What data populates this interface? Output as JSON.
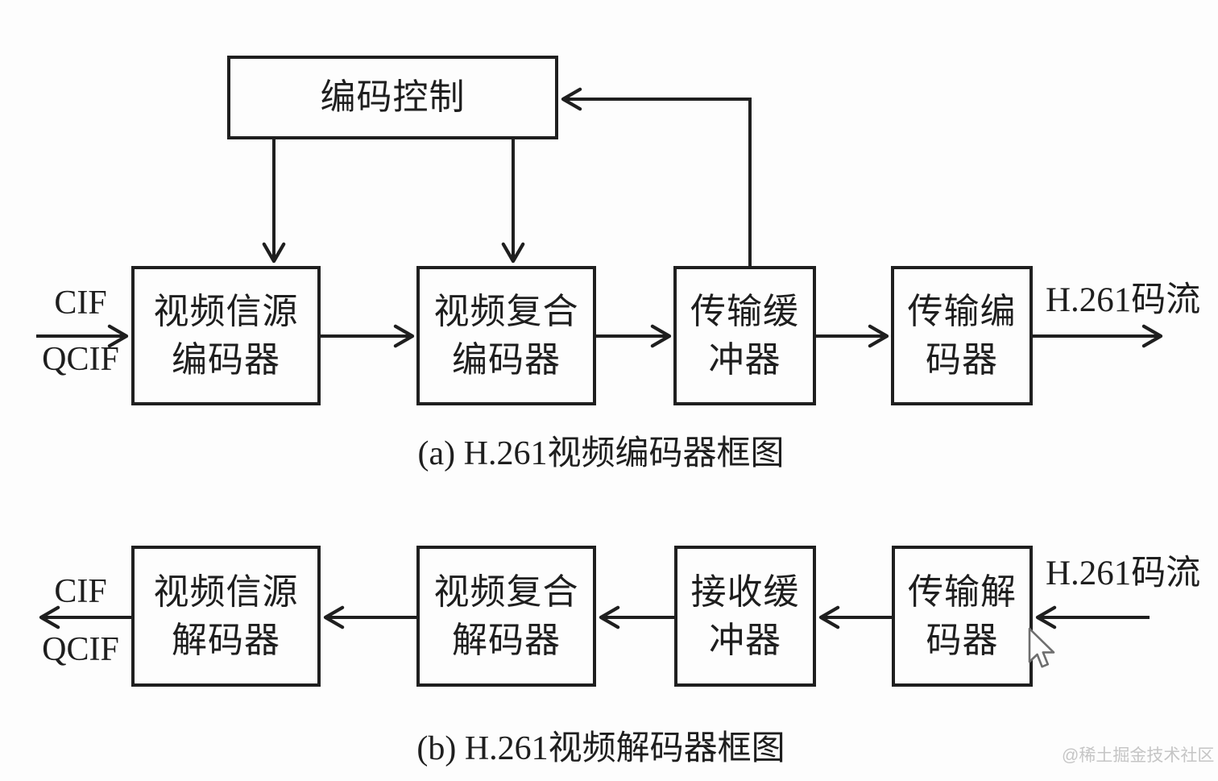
{
  "diagram": {
    "encoder": {
      "control_label": "编码控制",
      "input_label_top": "CIF",
      "input_label_bottom": "QCIF",
      "output_label": "H.261码流",
      "boxes": [
        {
          "line1": "视频信源",
          "line2": "编码器"
        },
        {
          "line1": "视频复合",
          "line2": "编码器"
        },
        {
          "line1": "传输缓",
          "line2": "冲器"
        },
        {
          "line1": "传输编",
          "line2": "码器"
        }
      ],
      "caption": "(a) H.261视频编码器框图"
    },
    "decoder": {
      "input_label": "H.261码流",
      "output_label_top": "CIF",
      "output_label_bottom": "QCIF",
      "boxes": [
        {
          "line1": "视频信源",
          "line2": "解码器"
        },
        {
          "line1": "视频复合",
          "line2": "解码器"
        },
        {
          "line1": "接收缓",
          "line2": "冲器"
        },
        {
          "line1": "传输解",
          "line2": "码器"
        }
      ],
      "caption": "(b) H.261视频解码器框图"
    },
    "watermark": "@稀土掘金技术社区",
    "colors": {
      "line": "#1f1f1f",
      "background": "#fdfdfd",
      "watermark": "#c5c5c5"
    }
  }
}
